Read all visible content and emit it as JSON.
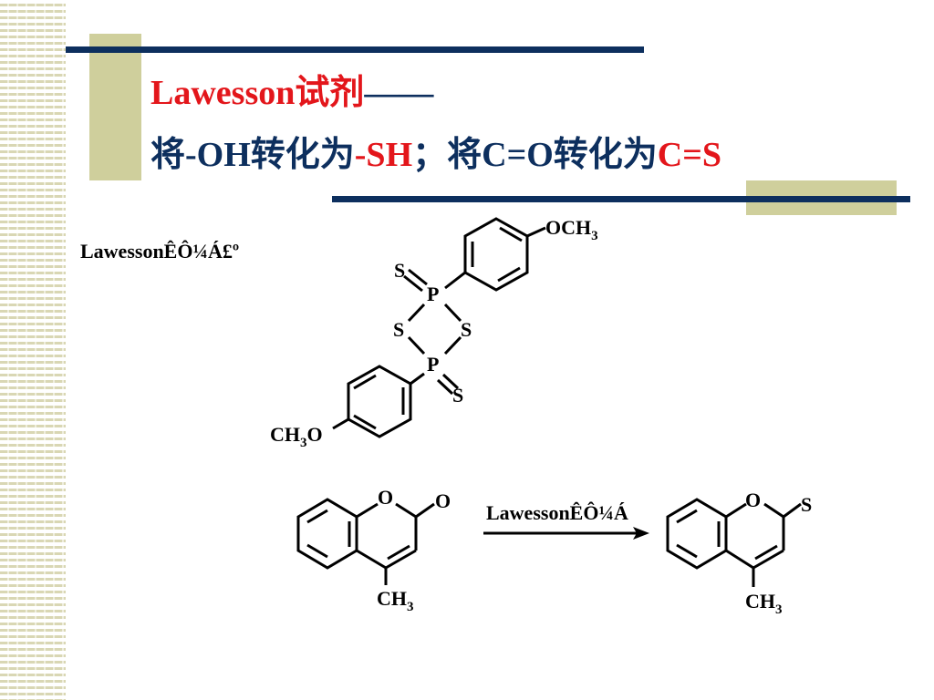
{
  "slide": {
    "title_line1": {
      "main": "Lawesson试剂",
      "dash": "——"
    },
    "title_line2": {
      "part1": "将-OH转化为",
      "part2": "-SH",
      "part3": "；将C=O转化为",
      "part4": "C=S"
    },
    "reagent_label": "LawessonÊÔ¼Á£º",
    "structure_labels": {
      "och3": "OCH",
      "och3_sub": "3",
      "ch3o": "CH",
      "ch3o_sub": "3",
      "ch3o_o": "O",
      "s_top": "S",
      "p_top": "P",
      "s_left": "S",
      "s_right": "S",
      "p_bottom": "P",
      "s_bottom": "S"
    },
    "reaction": {
      "arrow_label": "LawessonÊÔ¼Á",
      "reactant_ring_o": "O",
      "reactant_carbonyl": "O",
      "reactant_ch3": "CH",
      "reactant_ch3_sub": "3",
      "product_ring_o": "O",
      "product_thione": "S",
      "product_ch3": "CH",
      "product_ch3_sub": "3"
    },
    "colors": {
      "accent_red": "#e3161b",
      "navy": "#0d2f5e",
      "deco_tan": "#cfcf9c"
    }
  }
}
